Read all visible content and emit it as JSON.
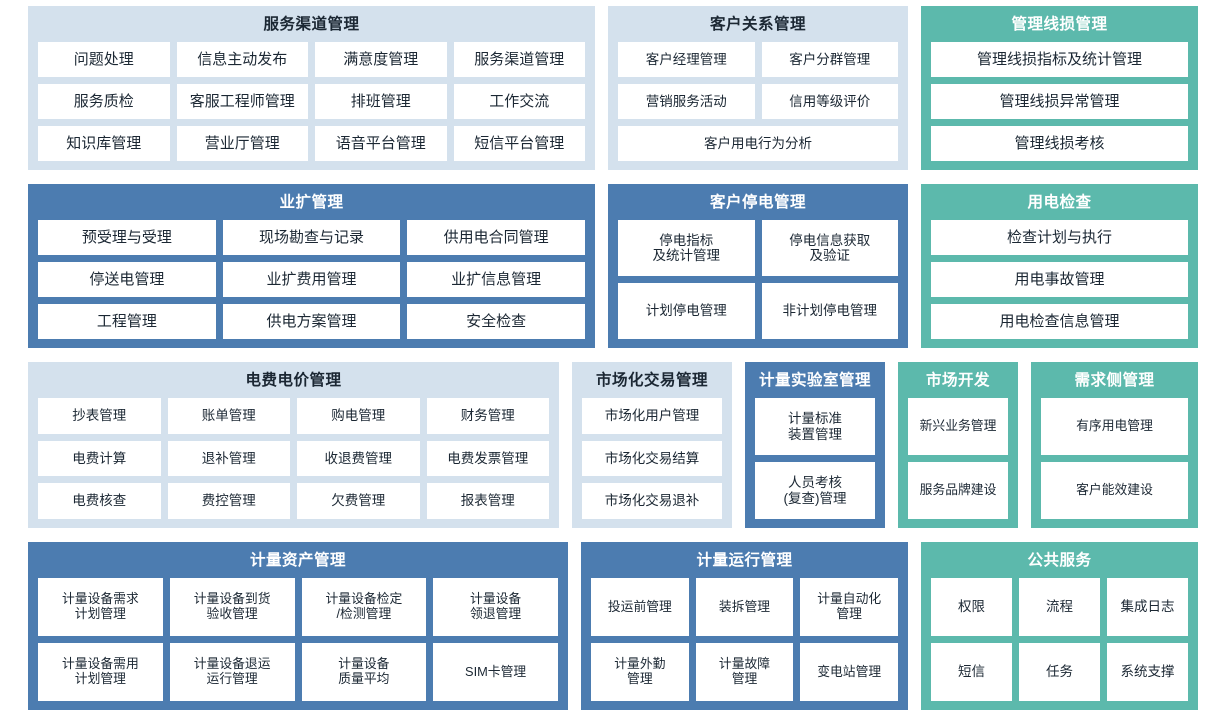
{
  "theme": {
    "light_blue": "#d4e1ed",
    "blue": "#4c7cb0",
    "teal": "#5cb9ac",
    "tile_bg": "#ffffff",
    "text_dark": "#1b2733",
    "text_light": "#ffffff",
    "page_bg": "#ffffff"
  },
  "panels": {
    "service_channel": {
      "title": "服务渠道管理",
      "style": "light_blue",
      "rows": [
        [
          "问题处理",
          "信息主动发布",
          "满意度管理",
          "服务渠道管理"
        ],
        [
          "服务质检",
          "客服工程师管理",
          "排班管理",
          "工作交流"
        ],
        [
          "知识库管理",
          "营业厅管理",
          "语音平台管理",
          "短信平台管理"
        ]
      ]
    },
    "customer_relation": {
      "title": "客户关系管理",
      "style": "light_blue",
      "rows": [
        [
          "客户经理管理",
          "客户分群管理"
        ],
        [
          "营销服务活动",
          "信用等级评价"
        ],
        [
          "客户用电行为分析"
        ]
      ]
    },
    "line_loss": {
      "title": "管理线损管理",
      "style": "teal",
      "rows": [
        [
          "管理线损指标及统计管理"
        ],
        [
          "管理线损异常管理"
        ],
        [
          "管理线损考核"
        ]
      ]
    },
    "business_expansion": {
      "title": "业扩管理",
      "style": "blue",
      "rows": [
        [
          "预受理与受理",
          "现场勘查与记录",
          "供用电合同管理"
        ],
        [
          "停送电管理",
          "业扩费用管理",
          "业扩信息管理"
        ],
        [
          "工程管理",
          "供电方案管理",
          "安全检查"
        ]
      ]
    },
    "customer_outage": {
      "title": "客户停电管理",
      "style": "blue",
      "rows": [
        [
          "停电指标\n及统计管理",
          "停电信息获取\n及验证"
        ],
        [
          "计划停电管理",
          "非计划停电管理"
        ]
      ]
    },
    "power_inspection": {
      "title": "用电检查",
      "style": "teal",
      "rows": [
        [
          "检查计划与执行"
        ],
        [
          "用电事故管理"
        ],
        [
          "用电检查信息管理"
        ]
      ]
    },
    "tariff": {
      "title": "电费电价管理",
      "style": "light_blue",
      "rows": [
        [
          "抄表管理",
          "账单管理",
          "购电管理",
          "财务管理"
        ],
        [
          "电费计算",
          "退补管理",
          "收退费管理",
          "电费发票管理"
        ],
        [
          "电费核查",
          "费控管理",
          "欠费管理",
          "报表管理"
        ]
      ]
    },
    "market_trade": {
      "title": "市场化交易管理",
      "style": "light_blue",
      "rows": [
        [
          "市场化用户管理"
        ],
        [
          "市场化交易结算"
        ],
        [
          "市场化交易退补"
        ]
      ]
    },
    "metering_lab": {
      "title": "计量实验室管理",
      "style": "blue",
      "rows": [
        [
          "计量标准\n装置管理"
        ],
        [
          "人员考核\n(复查)管理"
        ]
      ]
    },
    "market_dev": {
      "title": "市场开发",
      "style": "teal",
      "rows": [
        [
          "新兴业务管理"
        ],
        [
          "服务品牌建设"
        ]
      ]
    },
    "demand_side": {
      "title": "需求侧管理",
      "style": "teal",
      "rows": [
        [
          "有序用电管理"
        ],
        [
          "客户能效建设"
        ]
      ]
    },
    "metering_asset": {
      "title": "计量资产管理",
      "style": "blue",
      "rows": [
        [
          "计量设备需求\n计划管理",
          "计量设备到货\n验收管理",
          "计量设备检定\n/检测管理",
          "计量设备\n领退管理"
        ],
        [
          "计量设备需用\n计划管理",
          "计量设备退运\n运行管理",
          "计量设备\n质量平均",
          "SIM卡管理"
        ]
      ]
    },
    "metering_operation": {
      "title": "计量运行管理",
      "style": "blue",
      "rows": [
        [
          "投运前管理",
          "装拆管理",
          "计量自动化\n管理"
        ],
        [
          "计量外勤\n管理",
          "计量故障\n管理",
          "变电站管理"
        ]
      ]
    },
    "public_service": {
      "title": "公共服务",
      "style": "teal",
      "rows": [
        [
          "权限",
          "流程",
          "集成日志"
        ],
        [
          "短信",
          "任务",
          "系统支撑"
        ]
      ]
    }
  }
}
